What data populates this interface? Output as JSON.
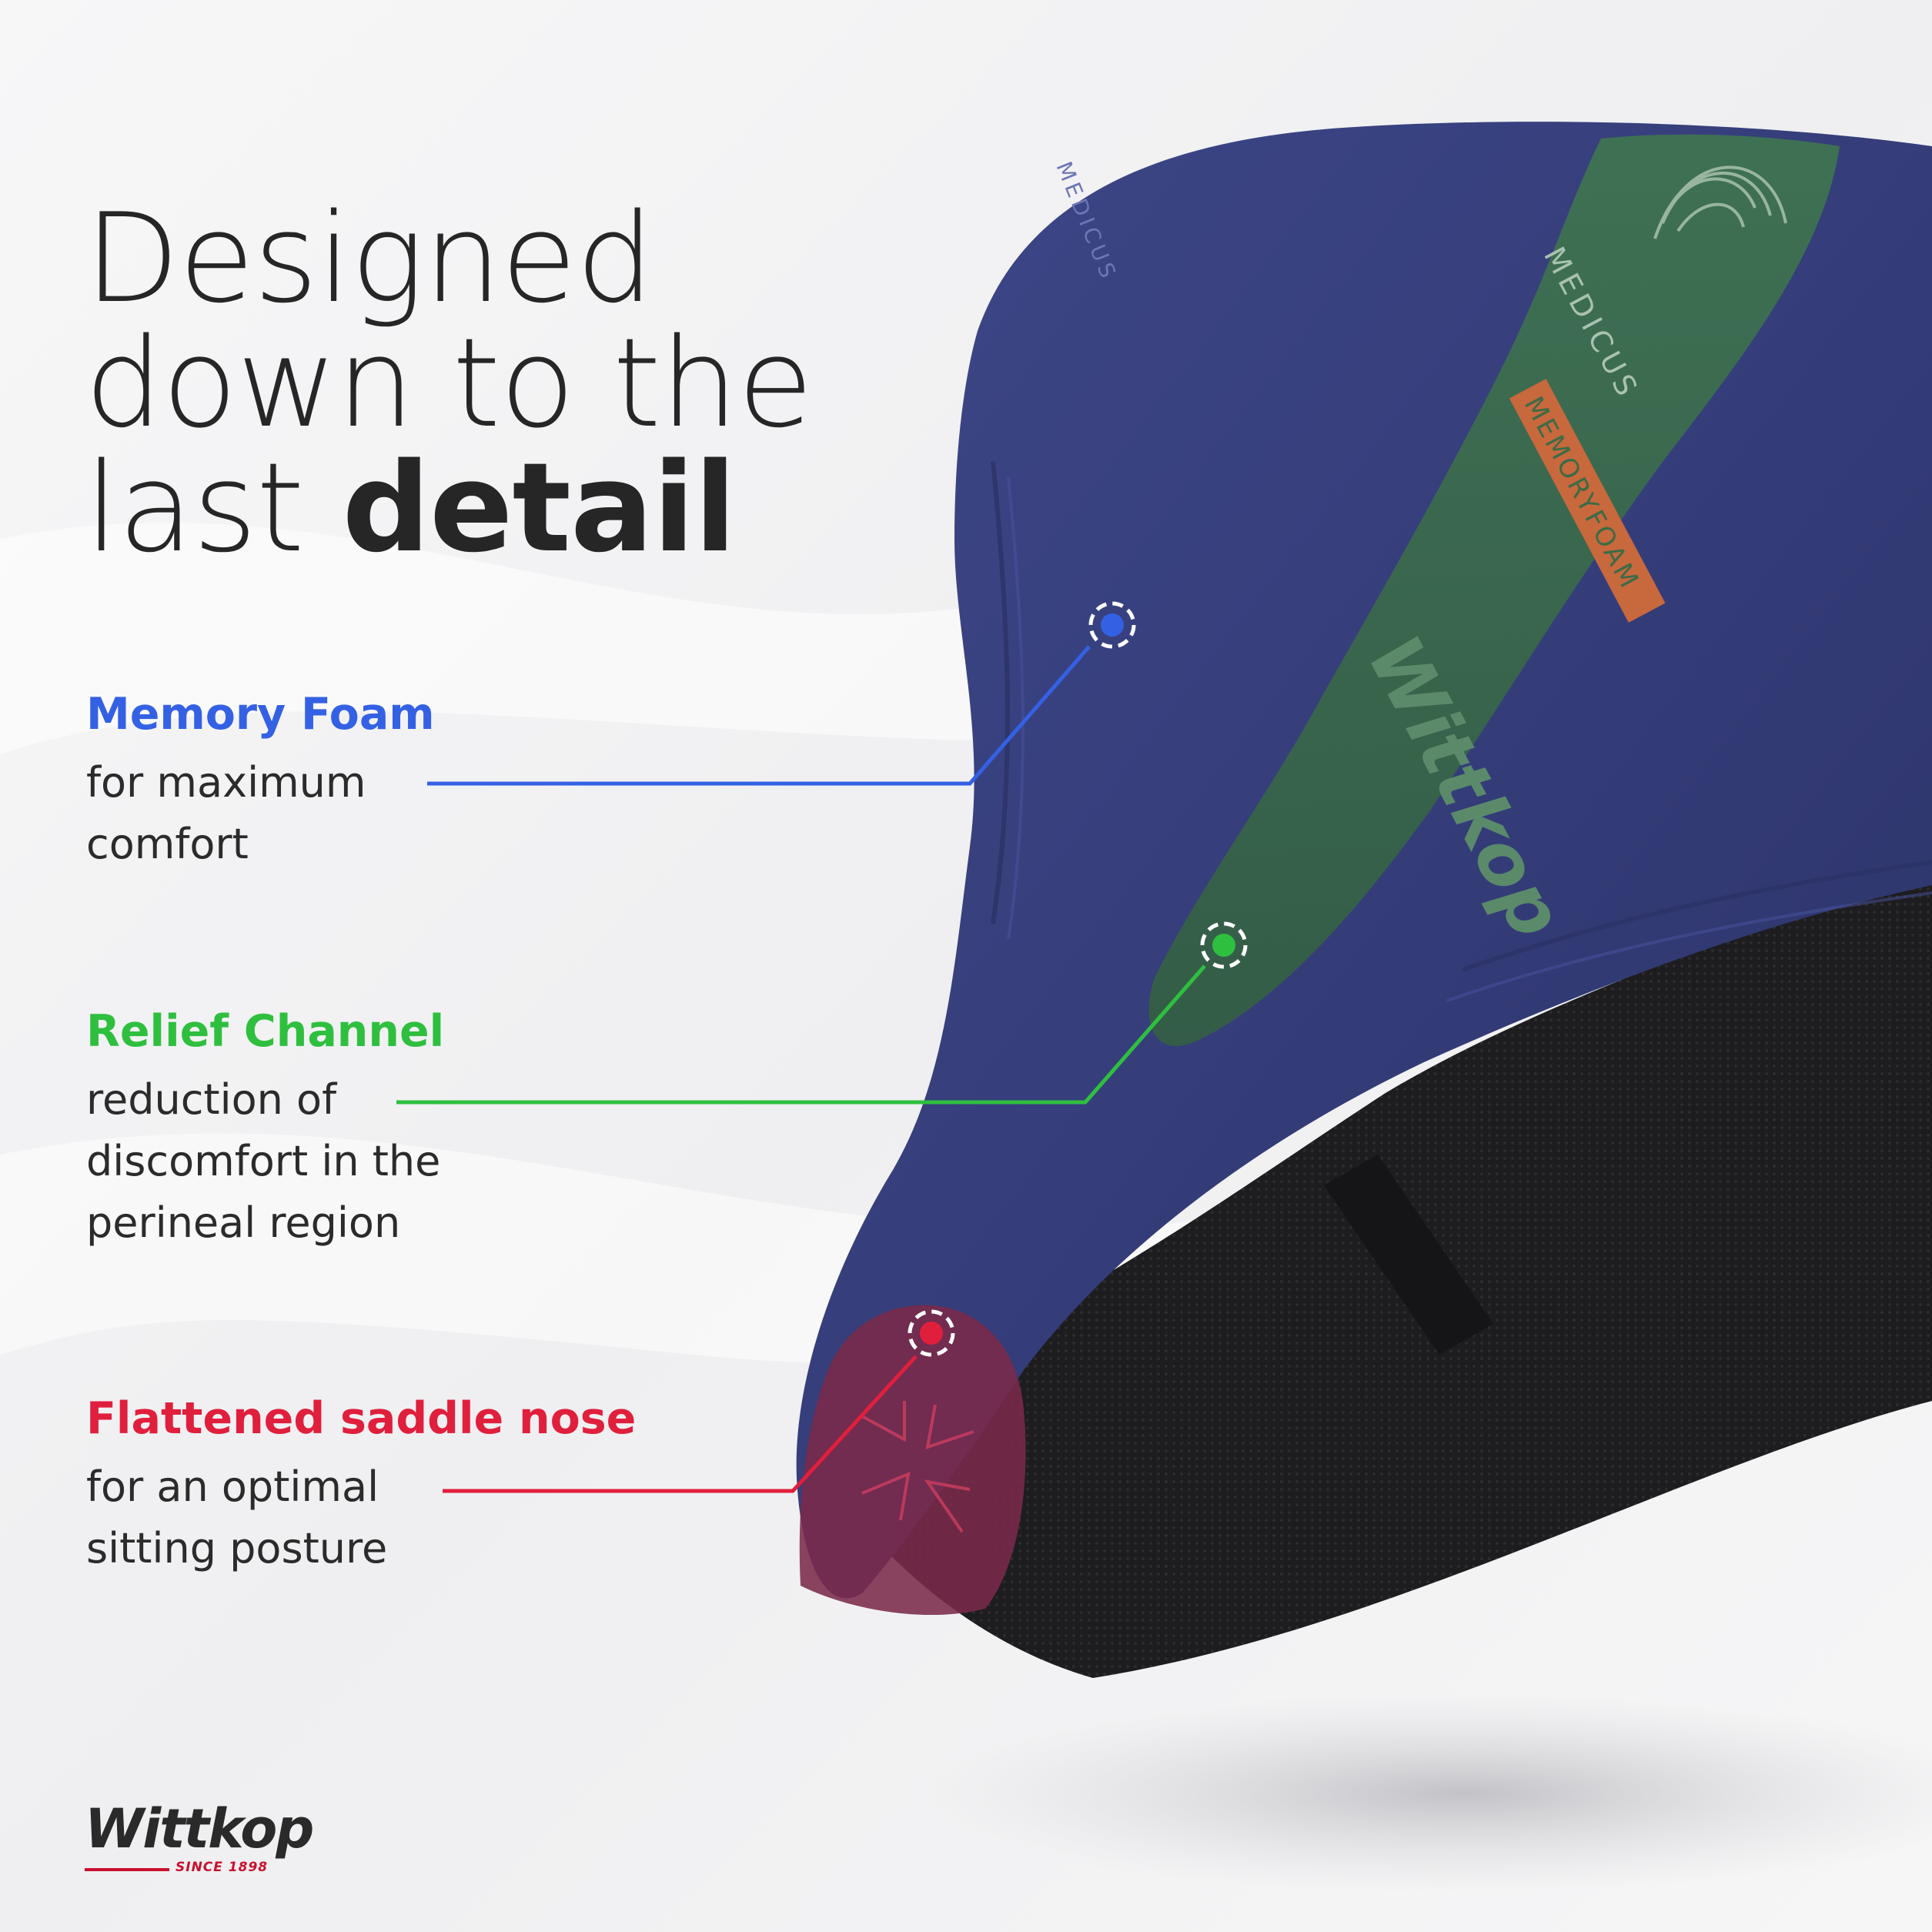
{
  "headline": {
    "line1": "Designed",
    "line2": "down to the",
    "line3_prefix": "last ",
    "line3_bold": "detail"
  },
  "features": [
    {
      "title": "Memory Foam",
      "desc": [
        "for maximum",
        "comfort"
      ],
      "color": "#3461e4"
    },
    {
      "title": "Relief Channel",
      "desc": [
        "reduction of",
        "discomfort in the",
        "perineal region"
      ],
      "color": "#2fbf3f"
    },
    {
      "title": "Flattened saddle nose",
      "desc": [
        "for an optimal",
        "sitting posture"
      ],
      "color": "#e01f3d"
    }
  ],
  "saddle_prints": {
    "brand": "MEDICUS",
    "foam_badge": "MEMORYFOAM",
    "logo": "Wittkop"
  },
  "logo": {
    "word": "Wittkop",
    "since": "SINCE 1898",
    "accent": "#c8102e"
  },
  "colors": {
    "saddle_blue": "#343c78",
    "relief_green": "#3b6b46",
    "nose_red": "#7a2a4a",
    "mesh_black": "#1c1c1e"
  }
}
